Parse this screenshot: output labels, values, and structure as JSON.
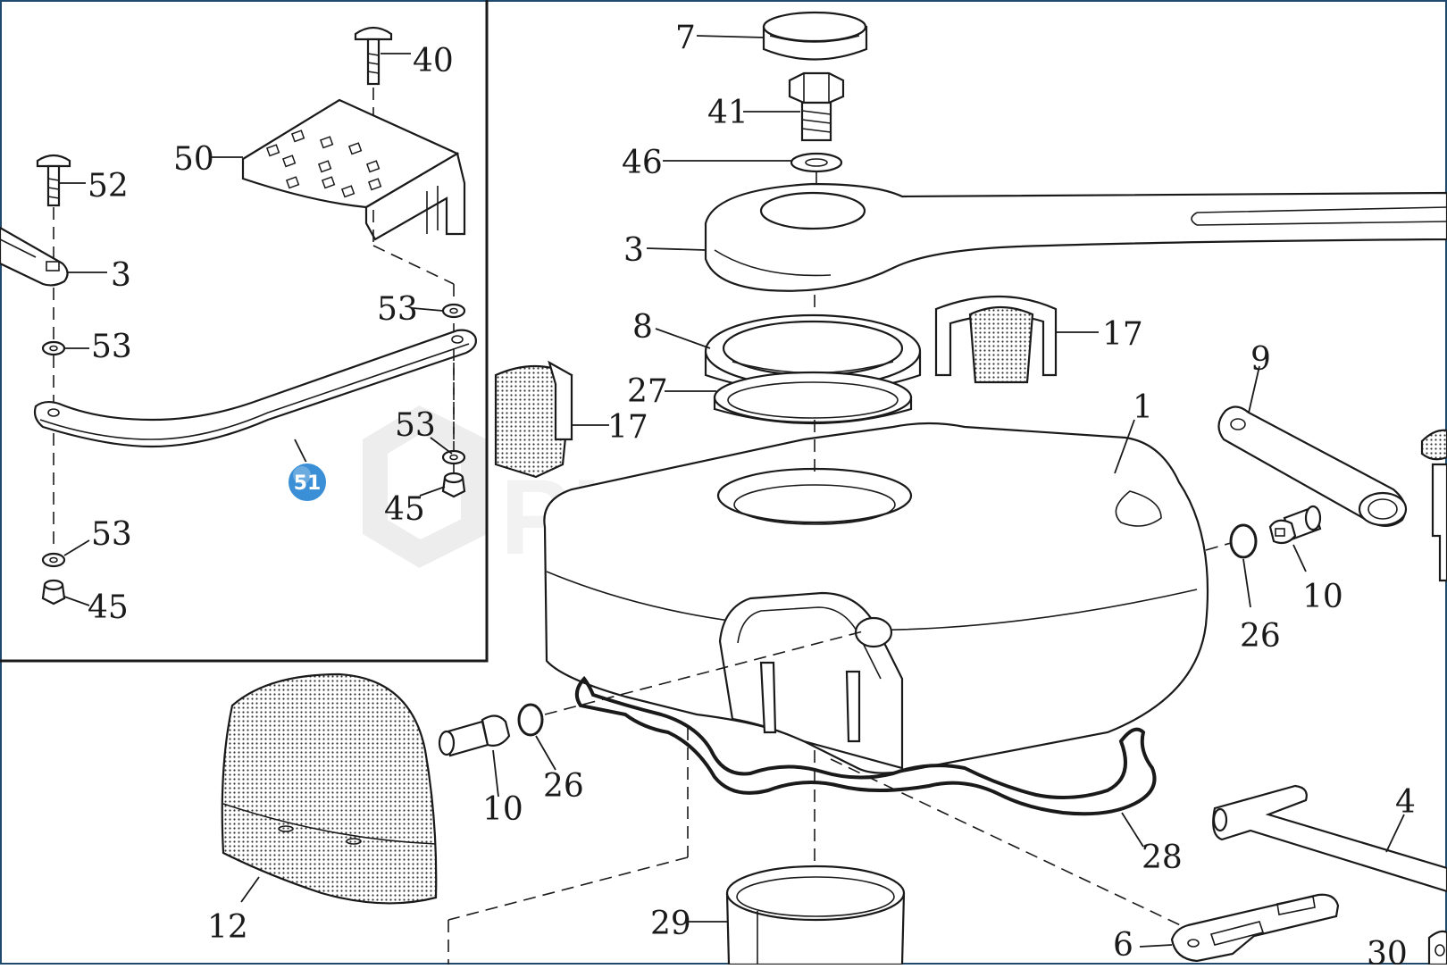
{
  "watermark": "PLUSCOM",
  "highlighted_part": "51",
  "colors": {
    "badge": "#3a8fd6",
    "frame": "#1f4a6e",
    "ink": "#1a1a1a"
  },
  "inset_labels": {
    "p40": "40",
    "p50": "50",
    "p52": "52",
    "p3": "3",
    "p53a": "53",
    "p53b": "53",
    "p53c": "53",
    "p53d": "53",
    "p45a": "45",
    "p45b": "45"
  },
  "main_labels": {
    "p7": "7",
    "p41": "41",
    "p46": "46",
    "p3": "3",
    "p8": "8",
    "p27": "27",
    "p17a": "17",
    "p17b": "17",
    "p9": "9",
    "p1": "1",
    "p10a": "10",
    "p26a": "26",
    "p10b": "10",
    "p26b": "26",
    "p28": "28",
    "p12": "12",
    "p4": "4",
    "p29": "29",
    "p6": "6",
    "p30": "30"
  }
}
